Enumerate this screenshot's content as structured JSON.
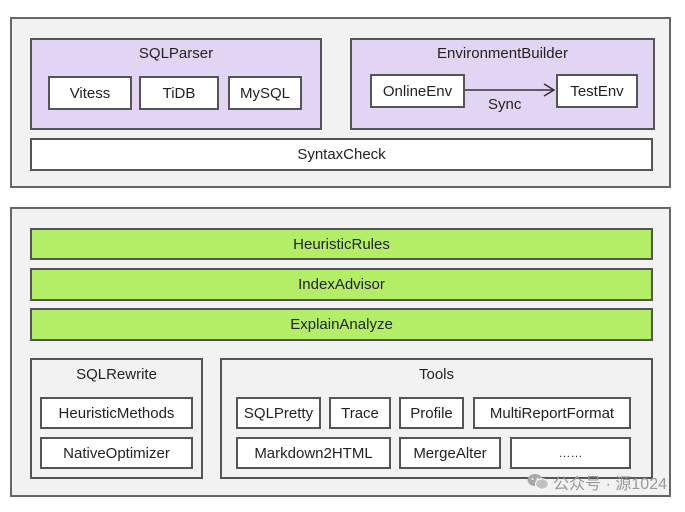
{
  "top_panel": {
    "sqlparser": {
      "title": "SQLParser",
      "items": [
        "Vitess",
        "TiDB",
        "MySQL"
      ]
    },
    "environment_builder": {
      "title": "EnvironmentBuilder",
      "source": "OnlineEnv",
      "target": "TestEnv",
      "arrow_label": "Sync"
    },
    "syntax_check": "SyntaxCheck"
  },
  "bottom_panel": {
    "rows": [
      "HeuristicRules",
      "IndexAdvisor",
      "ExplainAnalyze"
    ],
    "sqlrewrite": {
      "title": "SQLRewrite",
      "items": [
        "HeuristicMethods",
        "NativeOptimizer"
      ]
    },
    "tools": {
      "title": "Tools",
      "row1": [
        "SQLPretty",
        "Trace",
        "Profile",
        "MultiReportFormat"
      ],
      "row2": [
        "Markdown2HTML",
        "MergeAlter",
        "……"
      ]
    }
  },
  "watermark": {
    "text": "公众号 · 源1024",
    "icon": "wechat-icon"
  },
  "colors": {
    "panel_bg": "#f2f2f2",
    "purple_box": "#e2d4f3",
    "green_bar": "#b4ee66",
    "border": "#555555"
  }
}
